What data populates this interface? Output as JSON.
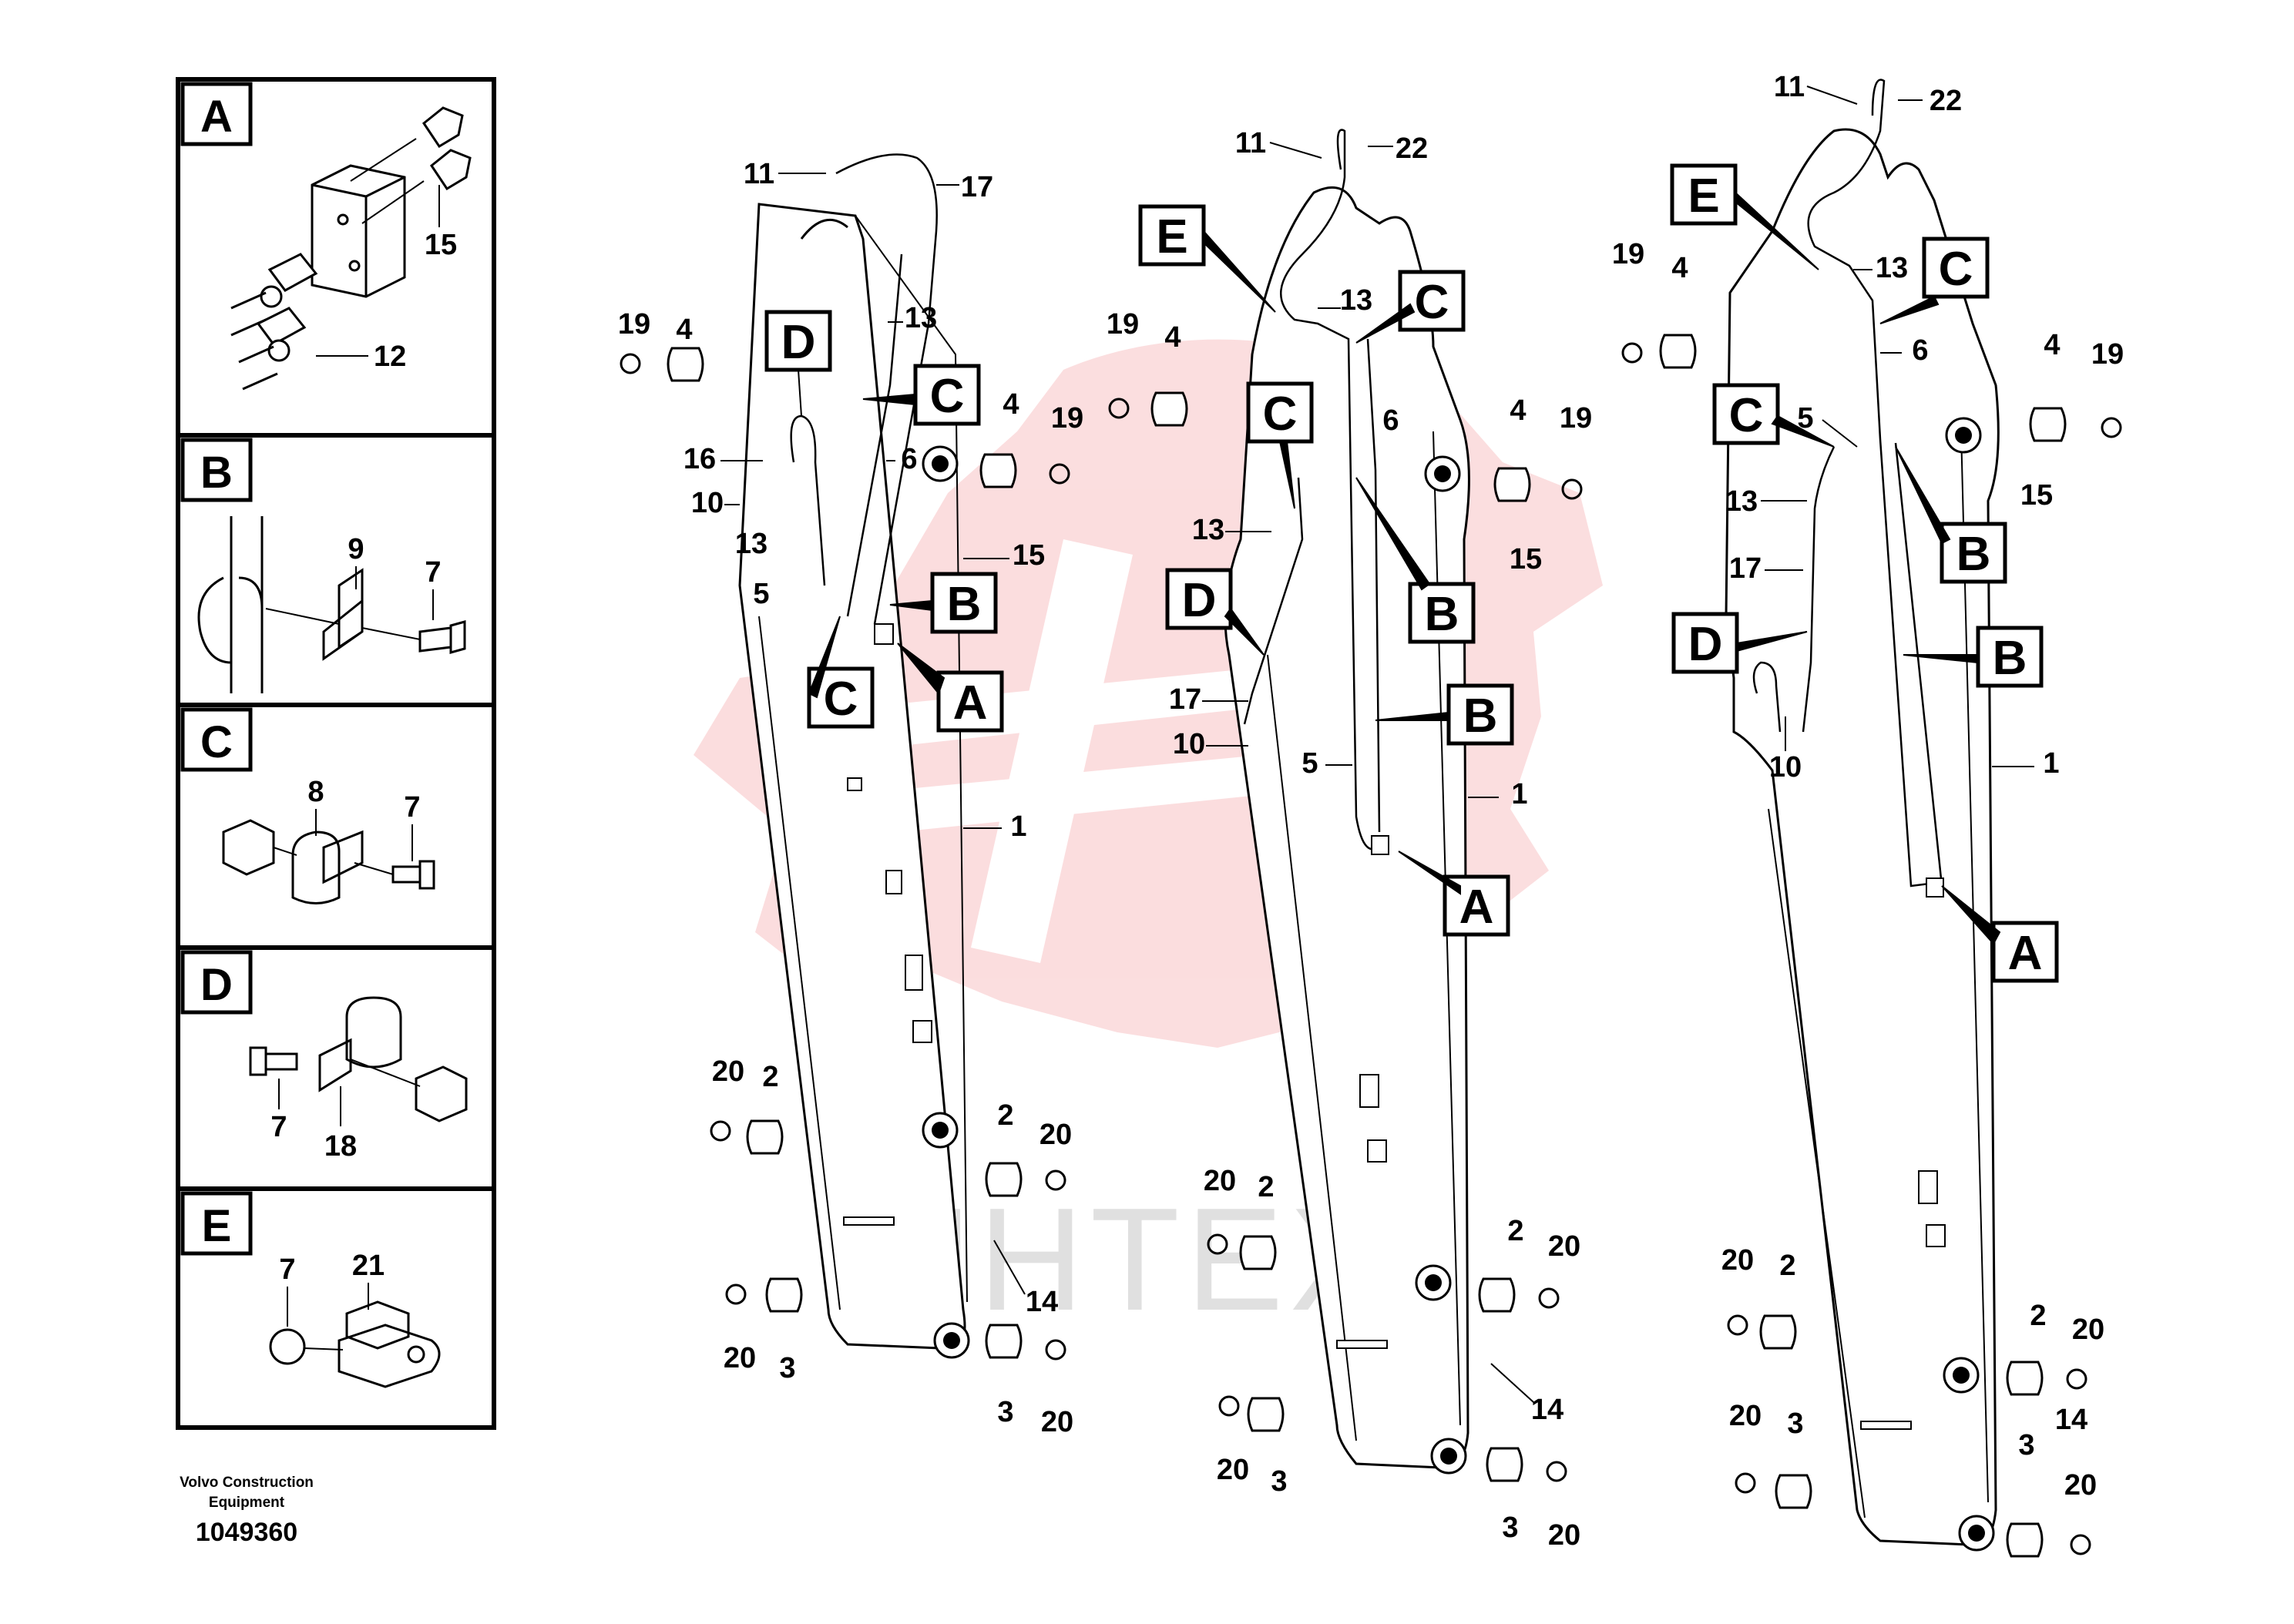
{
  "footer": {
    "brand": "Volvo Construction Equipment",
    "drawing_number": "1049360"
  },
  "watermark": {
    "text": "ИНТЕХ",
    "color": "#e8333a"
  },
  "panels": [
    {
      "letter": "A",
      "labels": [
        "15",
        "12"
      ]
    },
    {
      "letter": "B",
      "labels": [
        "9",
        "7"
      ]
    },
    {
      "letter": "C",
      "labels": [
        "8",
        "7"
      ]
    },
    {
      "letter": "D",
      "labels": [
        "7",
        "18"
      ]
    },
    {
      "letter": "E",
      "labels": [
        "7",
        "21"
      ]
    }
  ],
  "arm1": {
    "callouts": [
      "11",
      "17",
      "13",
      "19",
      "4",
      "4",
      "19",
      "16",
      "6",
      "10",
      "15",
      "13",
      "5",
      "1",
      "20",
      "2",
      "2",
      "20",
      "14",
      "20",
      "3",
      "3",
      "20"
    ],
    "letters": [
      "D",
      "C",
      "B",
      "C",
      "A"
    ]
  },
  "arm2": {
    "callouts": [
      "11",
      "22",
      "13",
      "19",
      "4",
      "6",
      "4",
      "19",
      "13",
      "15",
      "17",
      "10",
      "5",
      "1",
      "20",
      "2",
      "2",
      "20",
      "14",
      "20",
      "3",
      "3",
      "20"
    ],
    "letters": [
      "E",
      "C",
      "C",
      "D",
      "B",
      "B",
      "A"
    ]
  },
  "arm3": {
    "callouts": [
      "11",
      "22",
      "13",
      "19",
      "4",
      "6",
      "4",
      "19",
      "5",
      "15",
      "13",
      "17",
      "10",
      "1",
      "20",
      "2",
      "2",
      "20",
      "20",
      "3",
      "14",
      "3",
      "20"
    ],
    "letters": [
      "E",
      "C",
      "C",
      "B",
      "D",
      "B",
      "A"
    ]
  }
}
